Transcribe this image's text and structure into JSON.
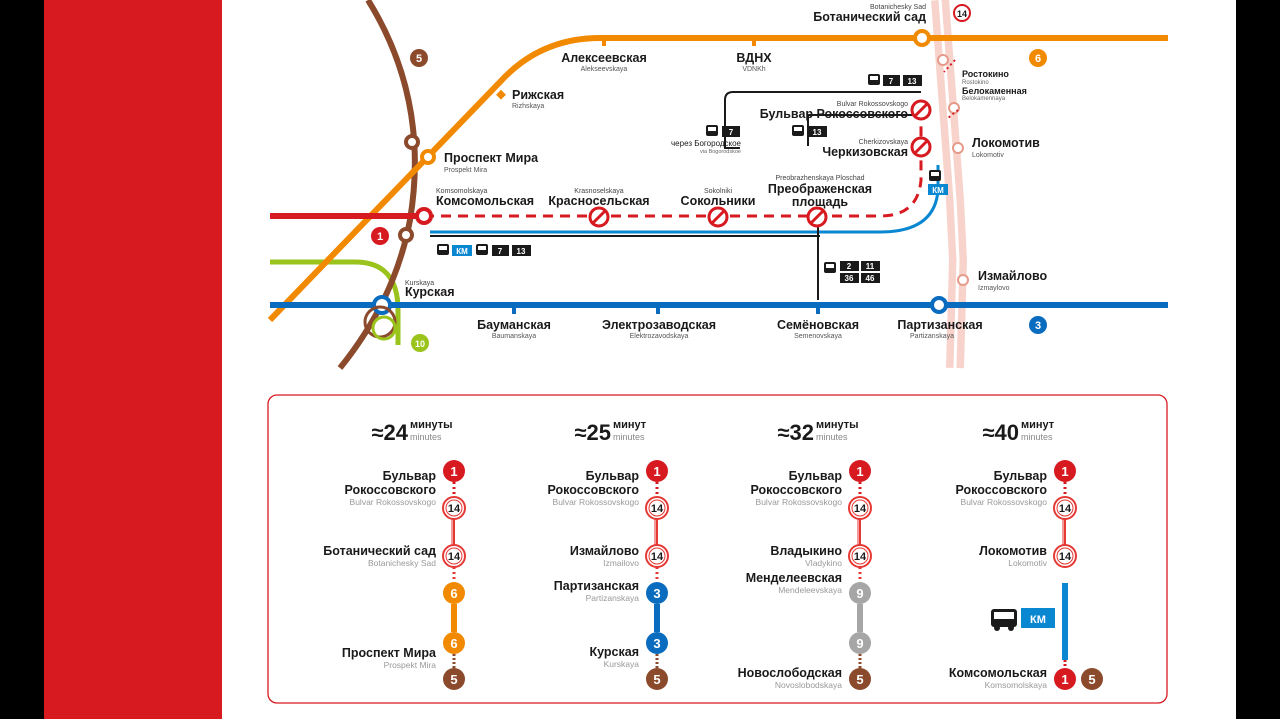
{
  "colors": {
    "line1": "#d71920",
    "line3": "#0a6cbf",
    "line5": "#8b4a2b",
    "line6": "#f18a00",
    "line9": "#a6a6a6",
    "line10": "#9ac31c",
    "line14": "#e53935",
    "mcd": "#f4c2ba",
    "km": "#0a87d1",
    "dark": "#1a1a1a"
  },
  "line_badges": {
    "l5": "5",
    "l6": "6",
    "l14": "14",
    "l1": "1",
    "l10": "10",
    "l3": "3"
  },
  "bus_badges": {
    "km": "КМ",
    "b7": "7",
    "b13": "13",
    "b2": "2",
    "b11": "11",
    "b36": "36",
    "b46": "46"
  },
  "stations": {
    "botanichesky": {
      "ru": "Ботанический сад",
      "lat": "Botanichesky Sad"
    },
    "alekseevskaya": {
      "ru": "Алексеевская",
      "lat": "Alekseevskaya"
    },
    "vdnh": {
      "ru": "ВДНХ",
      "lat": "VDNKh"
    },
    "rizhskaya": {
      "ru": "Рижская",
      "lat": "Rizhskaya"
    },
    "prospekt_mira": {
      "ru": "Проспект Мира",
      "lat": "Prospekt Mira"
    },
    "komsomolskaya": {
      "ru": "Комсомольская",
      "lat": "Komsomolskaya"
    },
    "krasnoselskaya": {
      "ru": "Красносельская",
      "lat": "Krasnoselskaya"
    },
    "sokolniki": {
      "ru": "Сокольники",
      "lat": "Sokolniki"
    },
    "preobrazhenskaya_1": "Преображенская",
    "preobrazhenskaya_2": "площадь",
    "preobrazhenskaya_lat": "Preobrazhenskaya Ploschad",
    "bulvar": {
      "ru": "Бульвар Рокоссовского",
      "lat": "Bulvar Rokossovskogo"
    },
    "cherkizovskaya": {
      "ru": "Черкизовская",
      "lat": "Cherkizovskaya"
    },
    "rostokino": {
      "ru": "Ростокино",
      "lat": "Rostokino"
    },
    "belokamennaya": {
      "ru": "Белокаменная",
      "lat": "Belokamennaya"
    },
    "lokomotiv": {
      "ru": "Локомотив",
      "lat": "Lokomotiv"
    },
    "izmaylovo": {
      "ru": "Измайлово",
      "lat": "Izmaylovo"
    },
    "kurskaya": {
      "ru": "Курская",
      "lat": "Kurskaya"
    },
    "baumanskaya": {
      "ru": "Бауманская",
      "lat": "Baumanskaya"
    },
    "elektrozavodskaya": {
      "ru": "Электрозаводская",
      "lat": "Elektrozavodskaya"
    },
    "semenovskaya": {
      "ru": "Семёновская",
      "lat": "Semenovskaya"
    },
    "partizanskaya": {
      "ru": "Партизанская",
      "lat": "Partizanskaya"
    },
    "via_bogorodskoe": "через Богородское",
    "via_bogorodskoe_lat": "via Bogorodskoe"
  },
  "routes": [
    {
      "minutes_value": "24",
      "minutes_word": "минуты",
      "minutes_en": "minutes",
      "labels": [
        {
          "ru1": "Бульвар",
          "ru2": "Рокоссовского",
          "lat": "Bulvar Rokossovskogo"
        },
        {
          "ru": "Ботанический сад",
          "lat": "Botanichesky Sad"
        },
        {
          "ru": "Проспект Мира",
          "lat": "Prospekt Mira"
        }
      ],
      "badges": [
        "1",
        "14",
        "14",
        "6",
        "6",
        "5"
      ]
    },
    {
      "minutes_value": "25",
      "minutes_word": "минут",
      "minutes_en": "minutes",
      "labels": [
        {
          "ru1": "Бульвар",
          "ru2": "Рокоссовского",
          "lat": "Bulvar Rokossovskogo"
        },
        {
          "ru": "Измайлово",
          "lat": "Izmailovo"
        },
        {
          "ru": "Партизанская",
          "lat": "Partizanskaya"
        },
        {
          "ru": "Курская",
          "lat": "Kurskaya"
        }
      ],
      "badges": [
        "1",
        "14",
        "14",
        "3",
        "3",
        "5"
      ]
    },
    {
      "minutes_value": "32",
      "minutes_word": "минуты",
      "minutes_en": "minutes",
      "labels": [
        {
          "ru1": "Бульвар",
          "ru2": "Рокоссовского",
          "lat": "Bulvar Rokossovskogo"
        },
        {
          "ru": "Владыкино",
          "lat": "Vladykino"
        },
        {
          "ru": "Менделеевская",
          "lat": "Mendeleevskaya"
        },
        {
          "ru": "Новослободская",
          "lat": "Novoslobodskaya"
        }
      ],
      "badges": [
        "1",
        "14",
        "14",
        "9",
        "9",
        "5"
      ]
    },
    {
      "minutes_value": "40",
      "minutes_word": "минут",
      "minutes_en": "minutes",
      "labels": [
        {
          "ru1": "Бульвар",
          "ru2": "Рокоссовского",
          "lat": "Bulvar Rokossovskogo"
        },
        {
          "ru": "Локомотив",
          "lat": "Lokomotiv"
        },
        {
          "ru": "Комсомольская",
          "lat": "Komsomolskaya"
        }
      ],
      "badges": [
        "1",
        "14",
        "14",
        "КМ",
        "1",
        "5"
      ]
    }
  ]
}
